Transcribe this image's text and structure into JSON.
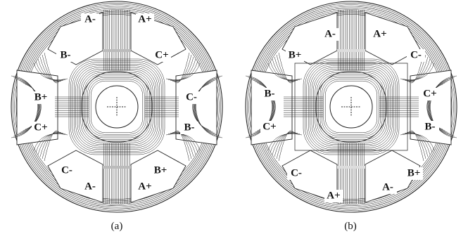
{
  "figure": {
    "panels": [
      {
        "id": "a",
        "caption": "(a)",
        "coil_labels": [
          "A-",
          "A+",
          "B-",
          "C+",
          "B+",
          "C-",
          "C+",
          "B-",
          "C-",
          "B+",
          "A-",
          "A+"
        ]
      },
      {
        "id": "b",
        "caption": "(b)",
        "coil_labels": [
          "A-",
          "A+",
          "B+",
          "C-",
          "B-",
          "C+",
          "C+",
          "B-",
          "C-",
          "B+",
          "A+",
          "A-"
        ]
      }
    ]
  },
  "colors": {
    "line": "#222222",
    "background": "#ffffff"
  }
}
